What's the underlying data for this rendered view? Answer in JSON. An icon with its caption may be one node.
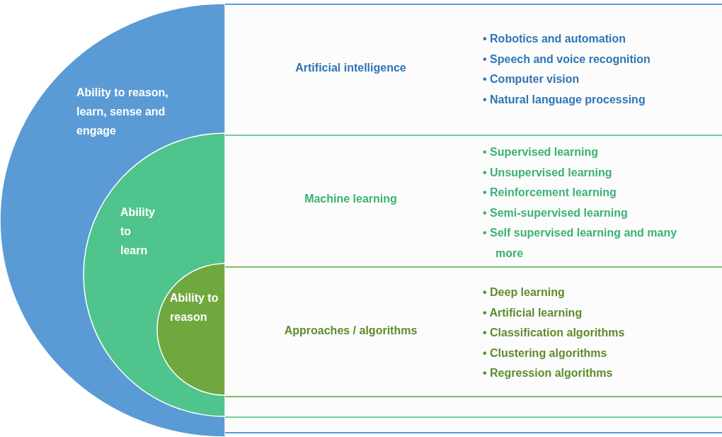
{
  "diagram": {
    "nodes": [
      {
        "text": [
          "Ability to reason, learn, sense and engage"
        ]
      },
      {
        "text": [
          "Ability to learn"
        ],
        "in": 0
      },
      {
        "text": [
          "Ability to reason"
        ],
        "in": 1
      },
      {
        "text": [
          "Artificial intelligence",
          "• Robotics and automation",
          "• Speech and voice recognition",
          "• Computer vision",
          "• Natural  language processing"
        ]
      },
      {
        "text": [
          "Machine learning",
          "• Supervised learning",
          "• Unsupervised learning",
          "• Reinforcement learning",
          "• Semi-supervised learning",
          "• Self supervised learning and many more"
        ],
        "in": 3
      },
      {
        "text": [
          "Approaches / algorithms",
          "• Deep learning",
          "• Artificial learning",
          "• Classification algorithms",
          "• Clustering algorithms",
          "• Regression algorithms"
        ],
        "in": 4
      }
    ]
  }
}
